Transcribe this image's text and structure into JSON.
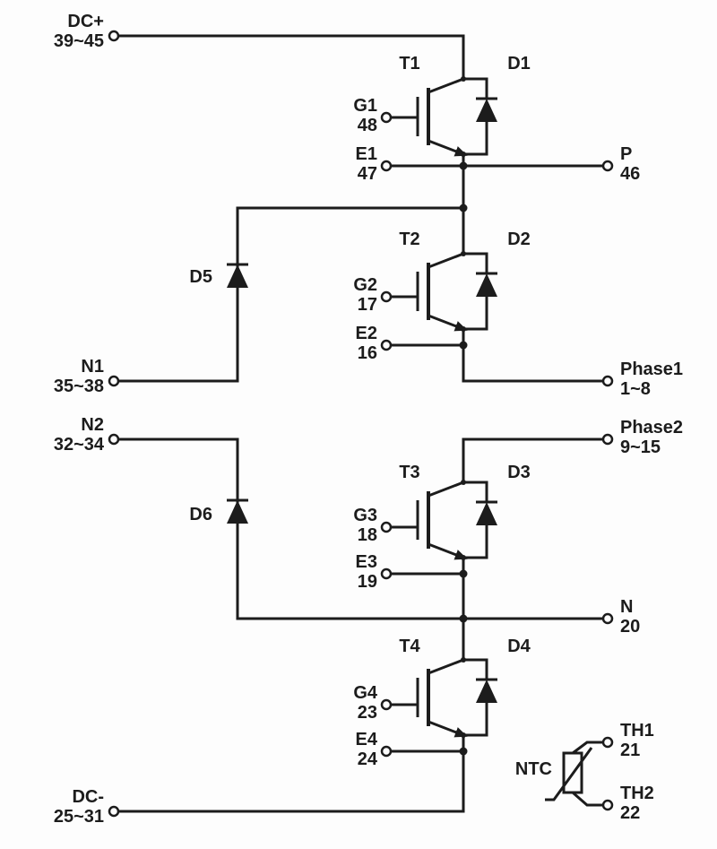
{
  "diagram_type": "igbt-power-module-schematic",
  "colors": {
    "background": "#fdfdfd",
    "line": "#1c1c1c",
    "text": "#1c1c1c"
  },
  "terminals": {
    "dc_plus": {
      "label": "DC+",
      "pins": "39~45"
    },
    "g1": {
      "label": "G1",
      "pins": "48"
    },
    "e1": {
      "label": "E1",
      "pins": "47"
    },
    "p": {
      "label": "P",
      "pins": "46"
    },
    "g2": {
      "label": "G2",
      "pins": "17"
    },
    "e2": {
      "label": "E2",
      "pins": "16"
    },
    "n1": {
      "label": "N1",
      "pins": "35~38"
    },
    "phase1": {
      "label": "Phase1",
      "pins": "1~8"
    },
    "n2": {
      "label": "N2",
      "pins": "32~34"
    },
    "phase2": {
      "label": "Phase2",
      "pins": "9~15"
    },
    "g3": {
      "label": "G3",
      "pins": "18"
    },
    "e3": {
      "label": "E3",
      "pins": "19"
    },
    "n": {
      "label": "N",
      "pins": "20"
    },
    "g4": {
      "label": "G4",
      "pins": "23"
    },
    "e4": {
      "label": "E4",
      "pins": "24"
    },
    "th1": {
      "label": "TH1",
      "pins": "21"
    },
    "th2": {
      "label": "TH2",
      "pins": "22"
    },
    "dc_minus": {
      "label": "DC-",
      "pins": "25~31"
    }
  },
  "components": {
    "t1": "T1",
    "d1": "D1",
    "t2": "T2",
    "d2": "D2",
    "t3": "T3",
    "d3": "D3",
    "t4": "T4",
    "d4": "D4",
    "d5": "D5",
    "d6": "D6",
    "ntc": "NTC"
  }
}
